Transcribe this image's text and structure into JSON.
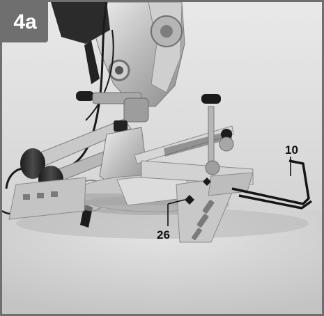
{
  "figure": {
    "badge_label": "4a",
    "callouts": [
      {
        "id": "10",
        "label": "10"
      },
      {
        "id": "26",
        "label": "26"
      }
    ]
  },
  "colors": {
    "frame": "#6f6f6f",
    "badge_bg": "#6f6f6f",
    "badge_text": "#ffffff",
    "background": "#d9d9d9"
  },
  "icons": [
    "miter-saw-photo"
  ]
}
